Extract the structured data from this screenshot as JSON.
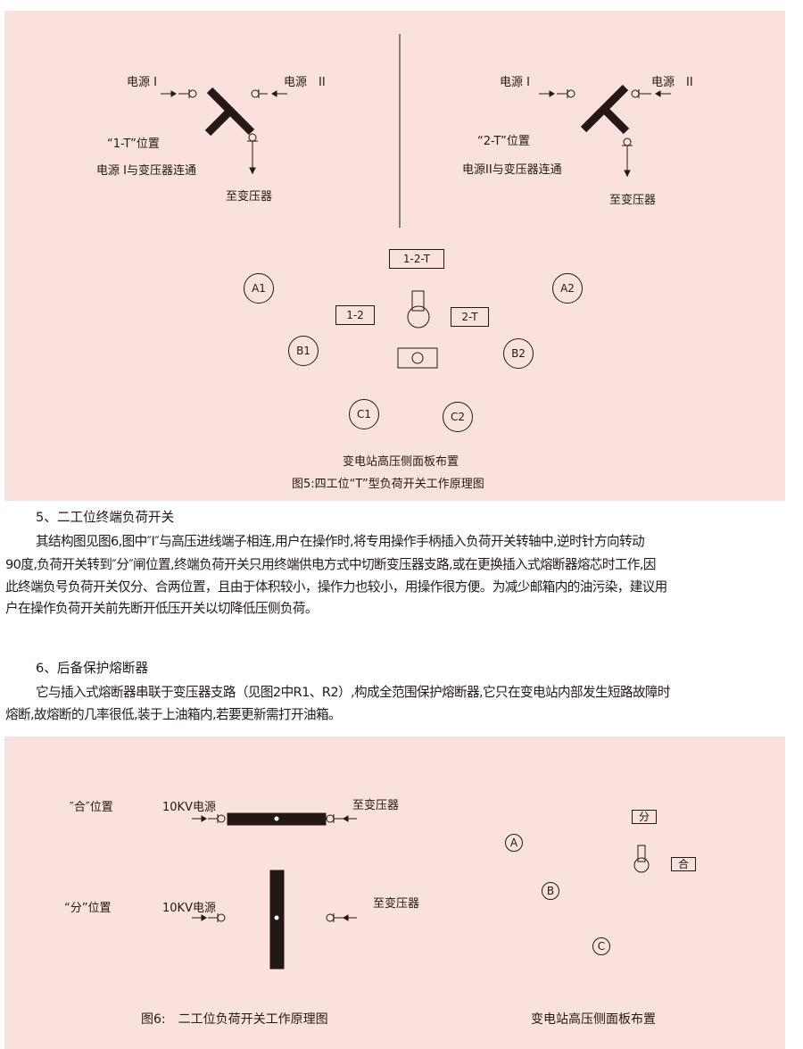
{
  "fig5": {
    "left": {
      "src1": "电源 I",
      "src2": "电源　II",
      "pos": "“1-T”位置",
      "desc": "电源 I与变压器连通",
      "to": "至变压器"
    },
    "right": {
      "src1": "电源 I",
      "src2": "电源　II",
      "pos": "“2-T”位置",
      "desc": "电源II与变压器连通",
      "to": "至变压器"
    },
    "panel": {
      "box_12t": "1-2-T",
      "box_12": "1-2",
      "box_2t": "2-T",
      "a1": "A1",
      "a2": "A2",
      "b1": "B1",
      "b2": "B2",
      "c1": "C1",
      "c2": "C2"
    },
    "subtitle": "变电站高压侧面板布置",
    "caption": "图5:四工位“T”型负荷开关工作原理图"
  },
  "section5": {
    "heading": "5、二工位终端负荷开关",
    "lines": [
      "其结构图见图6,图中″Ⅰ″与高压进线端子相连,用户在操作时,将专用操作手柄插入负荷开关转轴中,逆时针方向转动",
      "90度,负荷开关转到″分″闸位置,终端负荷开关只用终端供电方式中切断变压器支路,或在更换插入式熔断器熔芯时工作,因",
      "此终端负号负荷开关仅分、合两位置，且由于体积较小，操作力也较小，用操作很方便。为减少邮箱内的油污染，建议用",
      "户在操作负荷开关前先断开低压开关以切降低压侧负荷。"
    ]
  },
  "section6": {
    "heading": "6、后备保护熔断器",
    "lines": [
      "它与插入式熔断器串联于变压器支路（见图2中R1、R2）,构成全范围保护熔断器,它只在变电站内部发生短路故障时",
      "熔断,故熔断的几率很低,装于上油箱内,若要更新需打开油箱。"
    ]
  },
  "fig6": {
    "closed_pos": "″合″位置",
    "open_pos": "“分”位置",
    "src": "10KV电源",
    "to": "至变压器",
    "box_open": "分",
    "box_closed": "合",
    "a": "A",
    "b": "B",
    "c": "C",
    "caption": "图6:　二工位负荷开关工作原理图",
    "subtitle": "变电站高压侧面板布置"
  }
}
